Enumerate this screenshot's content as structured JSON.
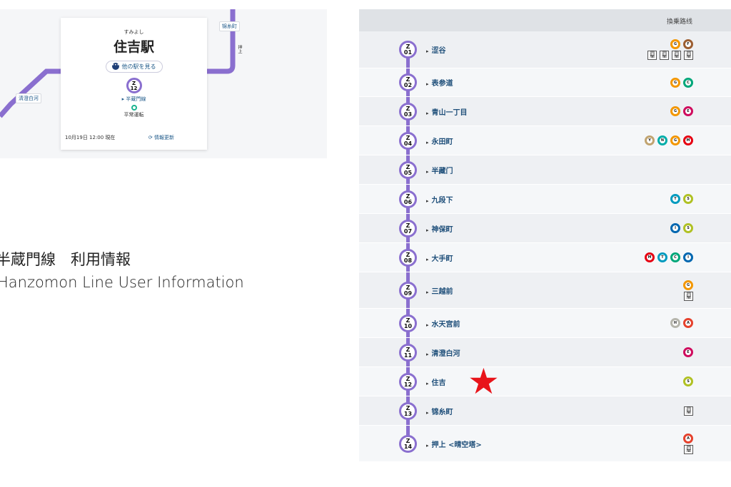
{
  "map": {
    "labels": {
      "west": "清澄白河",
      "east": "锦糸町",
      "vertical": "押上"
    },
    "card": {
      "kana": "すみよし",
      "station": "住吉駅",
      "other_button": "他の駅を見る",
      "badge_line": "Z",
      "badge_num": "12",
      "line_name": "半蔵門線",
      "status": "平常運転",
      "timestamp": "10月19日 12:00 現在",
      "refresh": "情報更新"
    }
  },
  "info": {
    "title_ja": "半蔵門線　利用情報",
    "title_en": "Hanzomon Line User Information"
  },
  "table": {
    "header": "換乗路线",
    "line_colors": {
      "G": "#f39700",
      "F": "#9c5e31",
      "C": "#00a77a",
      "E": "#cf0c5e",
      "Y": "#c1a470",
      "N": "#00ada9",
      "M": "#e60012",
      "T": "#009bbf",
      "S": "#b0c124",
      "I": "#0067b0",
      "H": "#b5b5ac",
      "A": "#e5422d"
    },
    "rows": [
      {
        "code": "01",
        "name": "涩谷",
        "lines": [
          "G",
          "F"
        ],
        "jr": 4
      },
      {
        "code": "02",
        "name": "表参道",
        "lines": [
          "G",
          "C"
        ],
        "jr": 0
      },
      {
        "code": "03",
        "name": "青山一丁目",
        "lines": [
          "G",
          "E"
        ],
        "jr": 0
      },
      {
        "code": "04",
        "name": "永田町",
        "lines": [
          "Y",
          "N",
          "G",
          "M"
        ],
        "jr": 0
      },
      {
        "code": "05",
        "name": "半藏门",
        "lines": [],
        "jr": 0
      },
      {
        "code": "06",
        "name": "九段下",
        "lines": [
          "T",
          "S"
        ],
        "jr": 0
      },
      {
        "code": "07",
        "name": "神保町",
        "lines": [
          "I",
          "S"
        ],
        "jr": 0
      },
      {
        "code": "08",
        "name": "大手町",
        "lines": [
          "M",
          "T",
          "C",
          "I"
        ],
        "jr": 0
      },
      {
        "code": "09",
        "name": "三越前",
        "lines": [
          "G"
        ],
        "jr": 1
      },
      {
        "code": "10",
        "name": "水天宫前",
        "lines": [
          "H",
          "A"
        ],
        "jr": 0
      },
      {
        "code": "11",
        "name": "清澄白河",
        "lines": [
          "E"
        ],
        "jr": 0
      },
      {
        "code": "12",
        "name": "住吉",
        "lines": [
          "S"
        ],
        "jr": 0
      },
      {
        "code": "13",
        "name": "锦糸町",
        "lines": [],
        "jr": 1
      },
      {
        "code": "14",
        "name": "押上 <晴空塔>",
        "lines": [
          "A"
        ],
        "jr": 1
      }
    ],
    "line_letter": "Z"
  },
  "marker": "★"
}
